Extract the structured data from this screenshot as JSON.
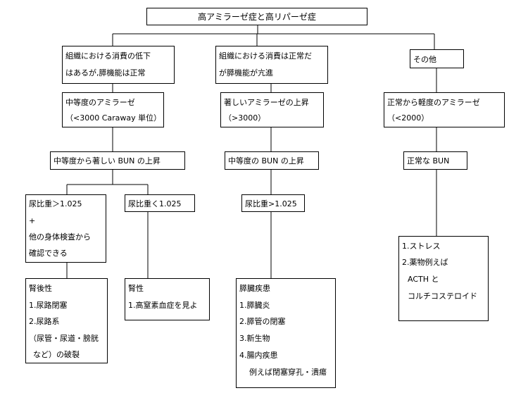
{
  "title": "高アミラーゼ症と高リパーゼ症",
  "branch_left": {
    "cause": [
      "組織における消費の低下",
      "はあるが,膵機能は正常"
    ],
    "amylase": [
      "中等度のアミラーゼ",
      "（<3000 Caraway 単位）"
    ],
    "bun": "中等度から著しい BUN の上昇",
    "sg_high": [
      "尿比重＞1.025",
      "+",
      "他の身体検査から",
      "確認できる"
    ],
    "sg_low": "尿比重く1.025",
    "postrenal": [
      "腎後性",
      "1.尿路閉塞",
      "2.尿路系",
      "（尿管・尿道・膀胱",
      "など）の破裂"
    ],
    "renal": [
      "腎性",
      "1.高窒素血症を見よ"
    ]
  },
  "branch_middle": {
    "cause": [
      "組織における消費は正常だ",
      "が膵機能が亢進"
    ],
    "amylase": [
      "著しいアミラーゼの上昇",
      "（>3000）"
    ],
    "bun": "中等度の BUN の上昇",
    "sg": "尿比重>1.025",
    "pancreatic": [
      "膵臓疾患",
      "1.膵臓炎",
      "2.膵管の閉塞",
      "3.新生物",
      "4.腸内疾患",
      "例えば閉塞穿孔・潰瘍"
    ]
  },
  "branch_right": {
    "cause": "その他",
    "amylase": [
      "正常から軽度のアミラーゼ",
      "（<2000）"
    ],
    "bun": "正常な BUN",
    "other": [
      "1.ストレス",
      "2.薬物例えば",
      "ACTH と",
      "コルチコステロイド"
    ]
  }
}
